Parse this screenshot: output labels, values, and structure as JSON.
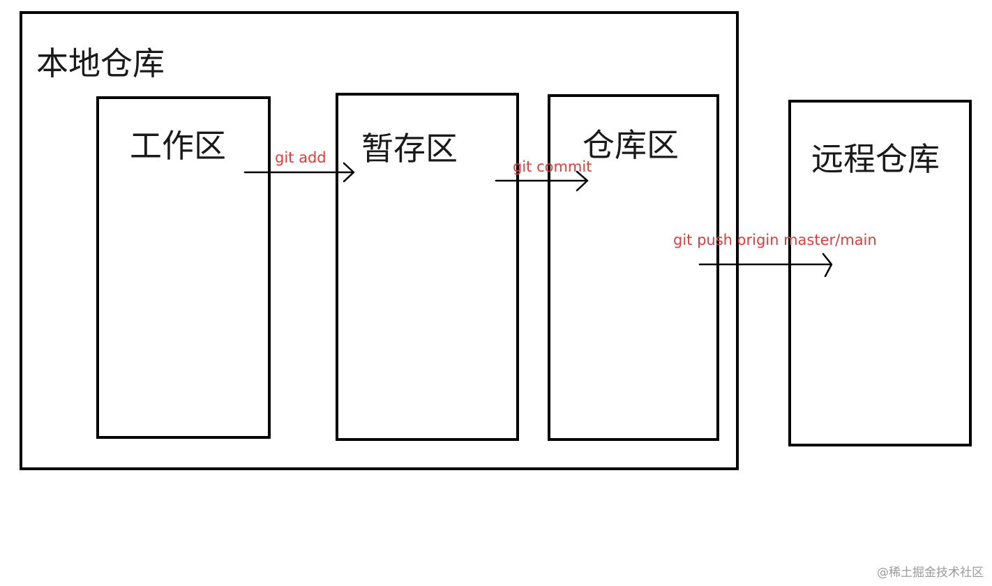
{
  "local_repo": {
    "label": "本地仓库"
  },
  "stages": {
    "workspace": "工作区",
    "staging": "暂存区",
    "repository": "仓库区"
  },
  "remote_repo": {
    "label": "远程仓库"
  },
  "commands": {
    "add": "git add",
    "commit": "git commit",
    "push": "git push origin master/main"
  },
  "colors": {
    "border": "#000000",
    "command_text": "#e23b3b",
    "title_text": "#1a1a1a"
  },
  "watermark": "@稀土掘金技术社区"
}
